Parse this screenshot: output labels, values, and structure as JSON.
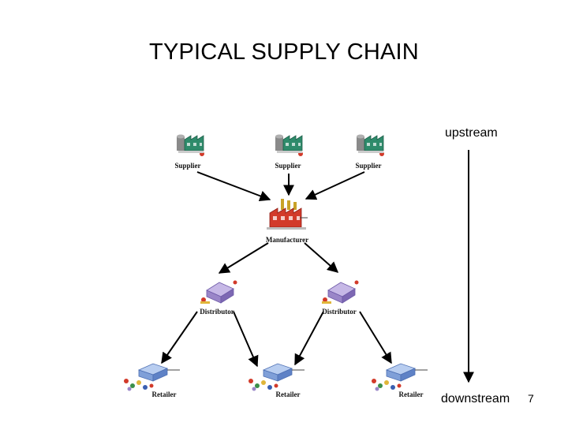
{
  "title": "TYPICAL SUPPLY CHAIN",
  "flow": {
    "top_label": "upstream",
    "bottom_label": "downstream"
  },
  "page_number": "7",
  "nodes": {
    "suppliers": [
      {
        "label": "Supplier",
        "icon": "supplier-factory-icon"
      },
      {
        "label": "Supplier",
        "icon": "supplier-factory-icon"
      },
      {
        "label": "Supplier",
        "icon": "supplier-factory-icon"
      }
    ],
    "manufacturer": {
      "label": "Manufacturer",
      "icon": "manufacturer-factory-icon"
    },
    "distributors": [
      {
        "label": "Distributor",
        "icon": "distributor-warehouse-icon"
      },
      {
        "label": "Distributor",
        "icon": "distributor-warehouse-icon"
      }
    ],
    "retailers": [
      {
        "label": "Retailer",
        "icon": "retailer-store-icon"
      },
      {
        "label": "Retailer",
        "icon": "retailer-store-icon"
      },
      {
        "label": "Retailer",
        "icon": "retailer-store-icon"
      }
    ]
  },
  "colors": {
    "supplier": "#2e8b6b",
    "manufacturer": "#d23a2a",
    "distributor": "#9a86c8",
    "retailer": "#7f9fd8",
    "arrow": "#000000"
  }
}
